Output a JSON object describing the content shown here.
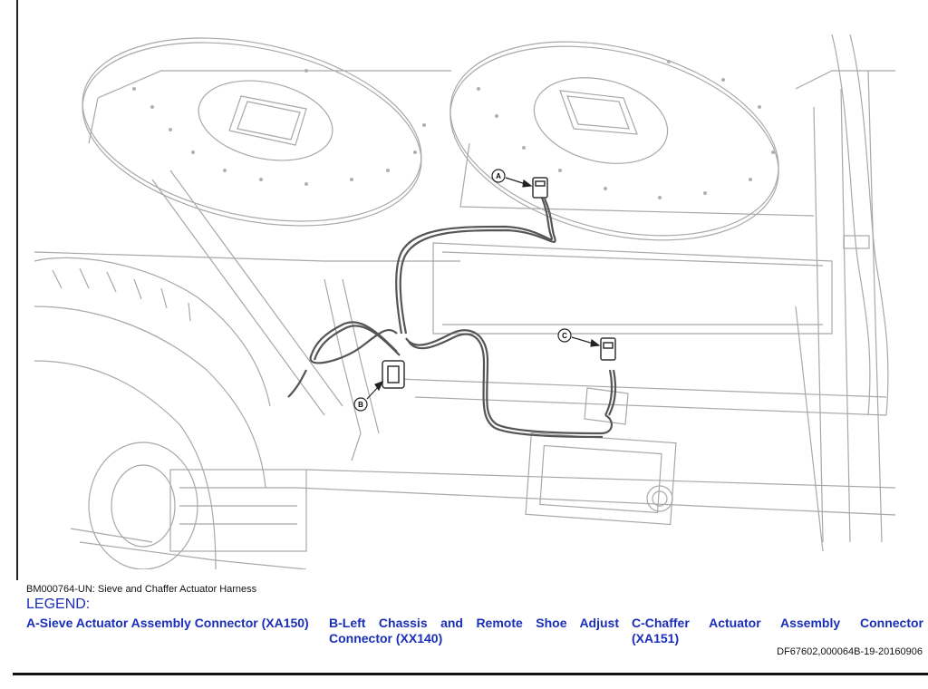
{
  "figure": {
    "callouts": {
      "a": "A",
      "b": "B",
      "c": "C"
    }
  },
  "caption": "BM000764-UN: Sieve and Chaffer Actuator Harness",
  "legend": {
    "title": "LEGEND:",
    "items": [
      {
        "text": "A-Sieve Actuator Assembly Connector (XA150)"
      },
      {
        "text": "B-Left Chassis and Remote Shoe Adjust Connector (XX140)"
      },
      {
        "text": "C-Chaffer Actuator Assembly Connector (XA151)"
      }
    ]
  },
  "doc_id": "DF67602,000064B-19-20160906",
  "colors": {
    "legend": "#1a2fb8",
    "line_art": "#9a9a9a",
    "harness": "#555555"
  }
}
